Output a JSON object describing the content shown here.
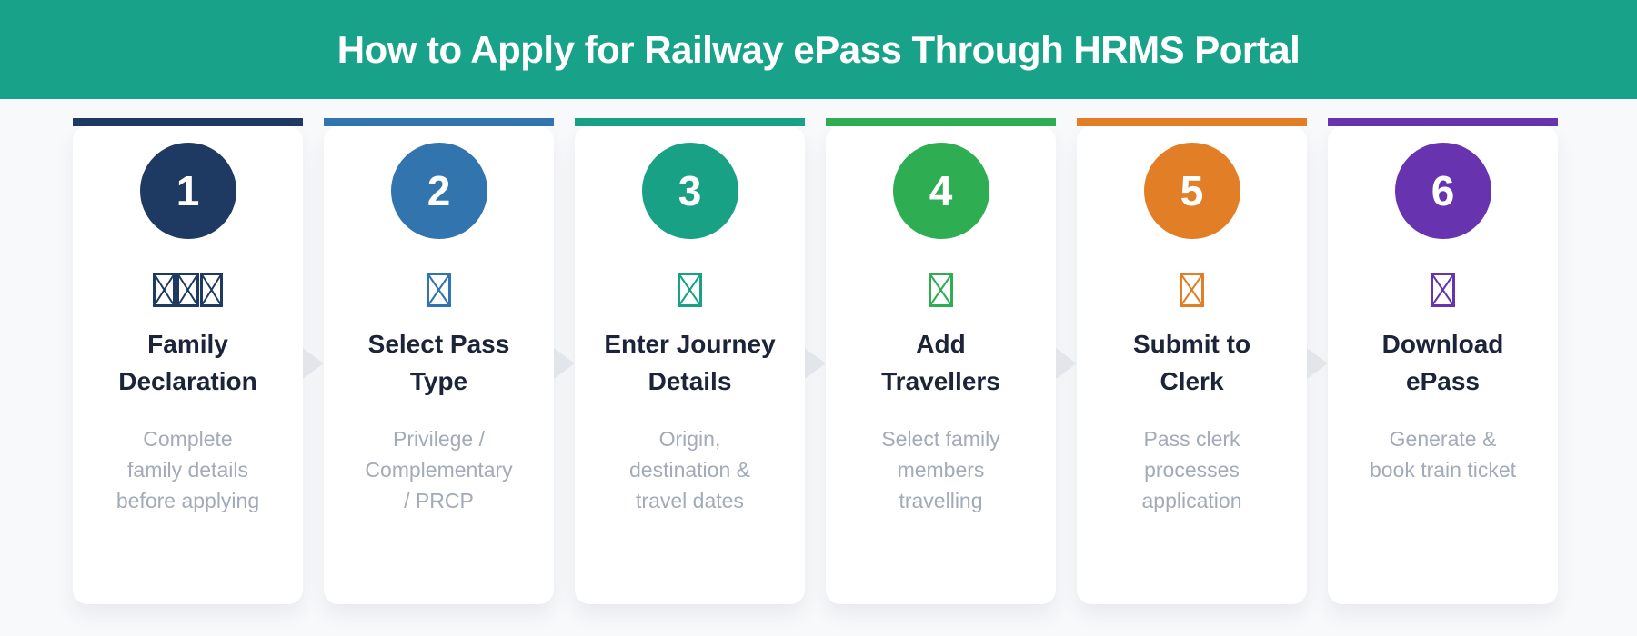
{
  "header": {
    "title": "How to Apply for Railway ePass Through HRMS Portal",
    "bg_color": "#18A289"
  },
  "page": {
    "bg_color": "#F8F9FB"
  },
  "arrow_color": "#E2E6EA",
  "steps": [
    {
      "number": "1",
      "accent": "#1E3A63",
      "icon": "family-missing-glyph-icon",
      "title_lines": [
        "Family",
        "Declaration"
      ],
      "desc_lines": [
        "Complete",
        "family details",
        "before applying"
      ]
    },
    {
      "number": "2",
      "accent": "#3174AE",
      "icon": "pass-type-missing-glyph-icon",
      "title_lines": [
        "Select Pass",
        "Type"
      ],
      "desc_lines": [
        "Privilege /",
        "Complementary",
        "/ PRCP"
      ]
    },
    {
      "number": "3",
      "accent": "#18A185",
      "icon": "journey-missing-glyph-icon",
      "title_lines": [
        "Enter Journey",
        "Details"
      ],
      "desc_lines": [
        "Origin,",
        "destination &",
        "travel dates"
      ]
    },
    {
      "number": "4",
      "accent": "#2FAD52",
      "icon": "travellers-missing-glyph-icon",
      "title_lines": [
        "Add",
        "Travellers"
      ],
      "desc_lines": [
        "Select family",
        "members",
        "travelling"
      ]
    },
    {
      "number": "5",
      "accent": "#E27E26",
      "icon": "submit-missing-glyph-icon",
      "title_lines": [
        "Submit to",
        "Clerk"
      ],
      "desc_lines": [
        "Pass clerk",
        "processes",
        "application"
      ]
    },
    {
      "number": "6",
      "accent": "#6833AE",
      "icon": "download-missing-glyph-icon",
      "title_lines": [
        "Download",
        "ePass"
      ],
      "desc_lines": [
        "Generate &",
        "book train ticket"
      ]
    }
  ]
}
